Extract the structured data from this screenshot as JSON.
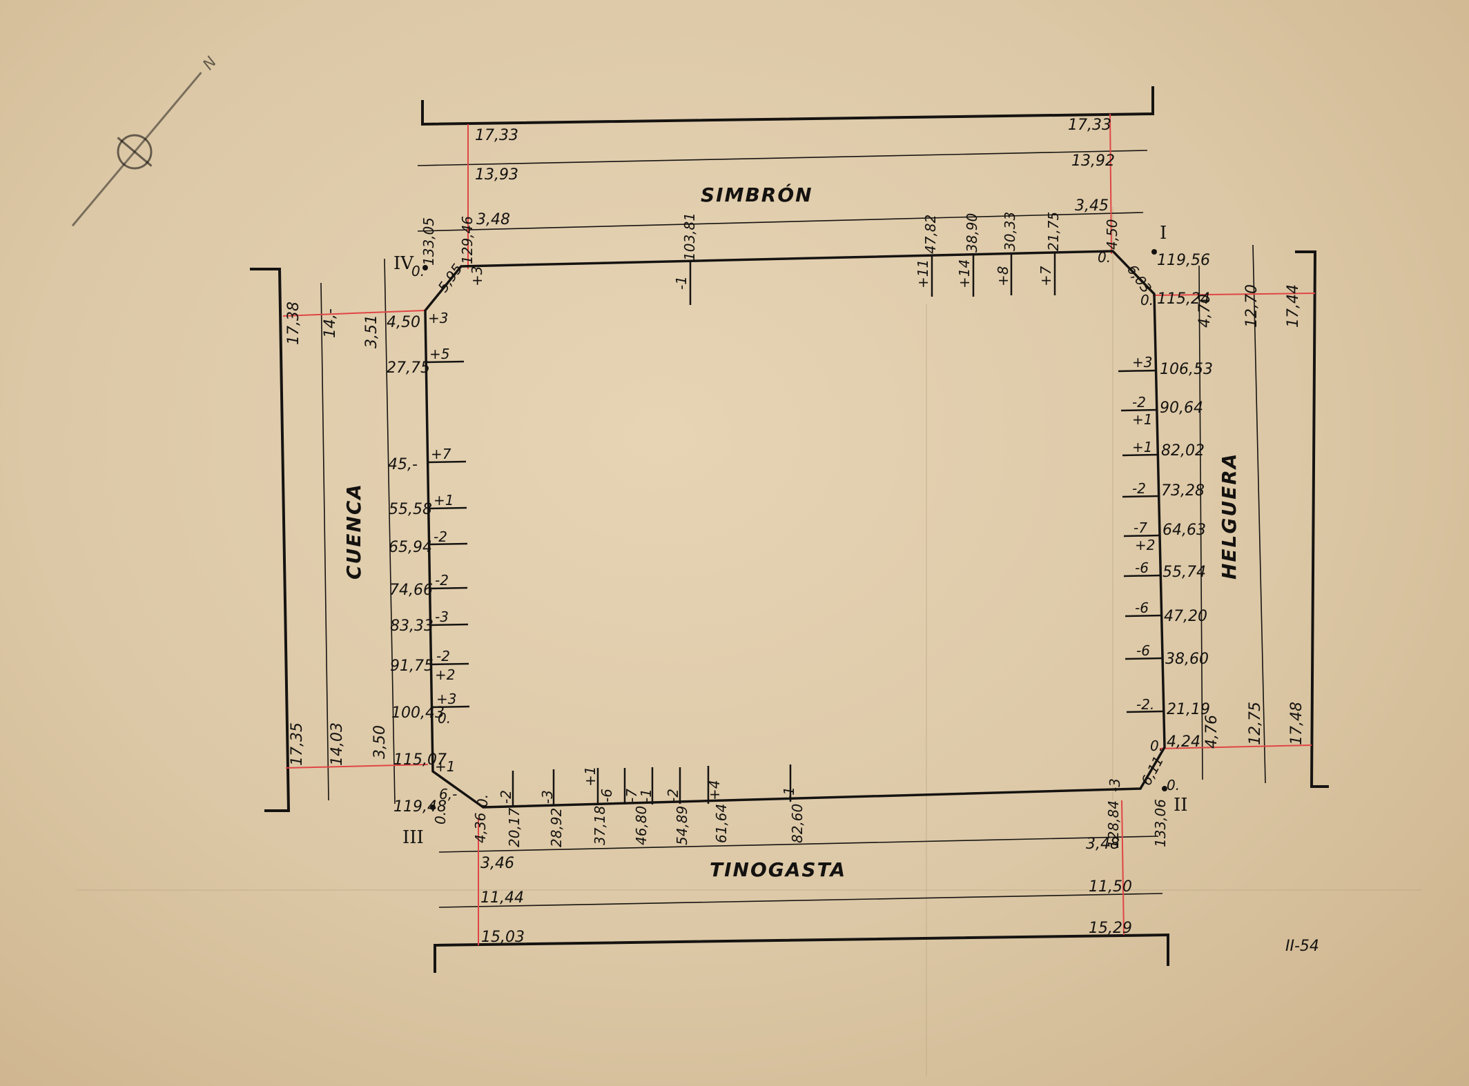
{
  "sheet_id": "II-54",
  "streets": {
    "top": "SIMBRÓN",
    "bottom": "TINOGASTA",
    "left": "CUENCA",
    "right": "HELGUERA"
  },
  "corners": {
    "c1": "I",
    "c2": "II",
    "c3": "III",
    "c4": "IV"
  },
  "top_widths": {
    "left": [
      "17,33",
      "13,93",
      "3,48"
    ],
    "right": [
      "17,33",
      "13,92",
      "3,45"
    ]
  },
  "bottom_widths": {
    "left": [
      "3,46",
      "11,44",
      "15,03"
    ],
    "right": [
      "3,48",
      "11,50",
      "15,29"
    ]
  },
  "left_widths": {
    "top": [
      "17,38",
      "14,-",
      "3,51"
    ],
    "bottom": [
      "17,35",
      "14,03",
      "3,50"
    ]
  },
  "right_widths": {
    "top": [
      "4,70",
      "12,70",
      "17,44"
    ],
    "bottom": [
      "4,76",
      "12,75",
      "17,48"
    ]
  },
  "top_frontage": {
    "distances": [
      "133,05",
      "129,46",
      "103,81",
      "47,82",
      "38,90",
      "30,33",
      "21,75",
      "4,50"
    ],
    "levels": [
      "+3",
      "-1",
      "+11",
      "+14",
      "+8",
      "+7"
    ],
    "corner": {
      "chamfer_left": "5,95",
      "chamfer_right": "6,03",
      "zero_left": "0.",
      "zero_right": "0."
    }
  },
  "left_frontage": {
    "distances": [
      "4,50",
      "27,75",
      "45,-",
      "55,58",
      "65,94",
      "74,66",
      "83,33",
      "91,75",
      "100,43",
      "115,07",
      "119,48"
    ],
    "levels": [
      "+3",
      "+5",
      "+7",
      "+1",
      "-2",
      "-2",
      "-3",
      "-2",
      "+2",
      "+3",
      "0.",
      "+1"
    ],
    "corner": {
      "chamfer": "6,-",
      "zero": "0."
    }
  },
  "right_frontage": {
    "distances": [
      "119,56",
      "115,24",
      "106,53",
      "90,64",
      "82,02",
      "73,28",
      "64,63",
      "55,74",
      "47,20",
      "38,60",
      "21,19",
      "4,24"
    ],
    "levels": [
      "+3",
      "-2",
      "+1",
      "+1",
      "-2",
      "-7",
      "+2",
      "-6",
      "-6",
      "-6",
      "-2."
    ],
    "corner": {
      "chamfer": "6,11",
      "zero_top": "0.",
      "zero_bottom": "0.",
      "zero_c2": "0."
    }
  },
  "bottom_frontage": {
    "distances": [
      "4,36",
      "20,17",
      "28,92",
      "37,18",
      "46,80",
      "54,89",
      "61,64",
      "82,60",
      "128,84",
      "133,06"
    ],
    "levels": [
      "-2",
      "-3",
      "+1",
      "-6",
      "-7",
      "-1",
      "-2",
      "+4",
      "-1",
      "-3"
    ],
    "corner": {
      "zero_c3": "0.",
      "zero_a": "0."
    }
  }
}
